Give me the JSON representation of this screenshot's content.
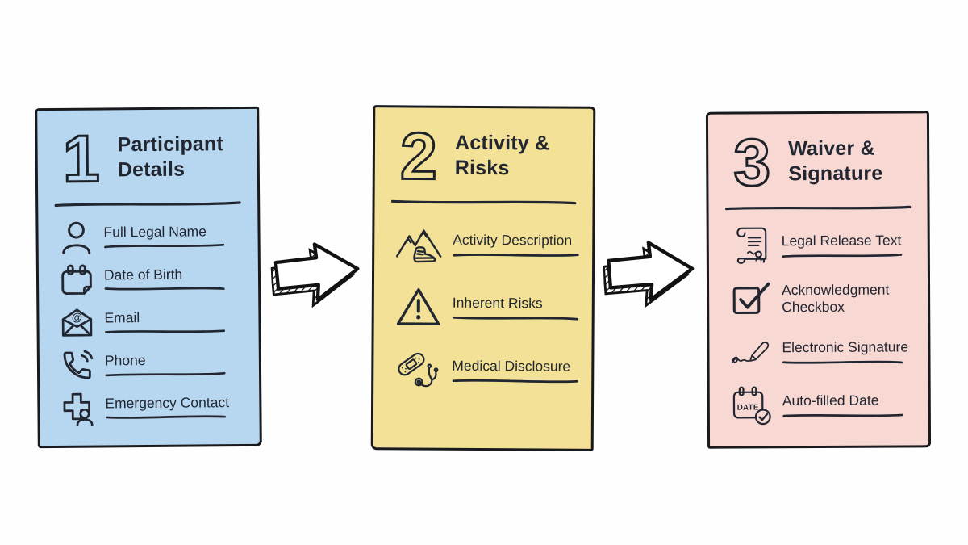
{
  "page": {
    "background": "#fefefe"
  },
  "colors": {
    "ink": "#212631",
    "panel_border": "#191a1e",
    "panel1_fill": "#b7d7f0",
    "panel2_fill": "#f2e196",
    "panel3_fill": "#f8d8d3",
    "arrow_fill": "#ffffff",
    "arrow_outline": "#121212"
  },
  "glyphs": {
    "email_at": "@",
    "date_label": "DATE"
  },
  "panels": [
    {
      "number": "1",
      "title": "Participant Details",
      "title_lines": [
        "Participant",
        "Details"
      ],
      "fill": "#b7d7f0",
      "items": [
        {
          "icon": "person-icon",
          "label": "Full Legal Name"
        },
        {
          "icon": "calendar-icon",
          "label": "Date of Birth"
        },
        {
          "icon": "email-icon",
          "label": "Email"
        },
        {
          "icon": "phone-icon",
          "label": "Phone"
        },
        {
          "icon": "emergency-contact-icon",
          "label": "Emergency Contact"
        }
      ]
    },
    {
      "number": "2",
      "title": "Activity & Risks",
      "title_lines": [
        "Activity &",
        "Risks"
      ],
      "fill": "#f2e196",
      "items": [
        {
          "icon": "hiking-activity-icon",
          "label": "Activity Description"
        },
        {
          "icon": "warning-triangle-icon",
          "label": "Inherent Risks"
        },
        {
          "icon": "medical-disclosure-icon",
          "label": "Medical Disclosure"
        }
      ]
    },
    {
      "number": "3",
      "title": "Waiver & Signature",
      "title_lines": [
        "Waiver &",
        "Signature"
      ],
      "fill": "#f8d8d3",
      "items": [
        {
          "icon": "legal-scroll-icon",
          "label": "Legal Release Text"
        },
        {
          "icon": "checkbox-icon",
          "label": "Acknowledgment Checkbox"
        },
        {
          "icon": "signature-pen-icon",
          "label": "Electronic Signature"
        },
        {
          "icon": "date-calendar-icon",
          "label": "Auto-filled Date"
        }
      ]
    }
  ],
  "arrows": [
    {
      "icon": "arrow-right-icon"
    },
    {
      "icon": "arrow-right-icon"
    }
  ]
}
